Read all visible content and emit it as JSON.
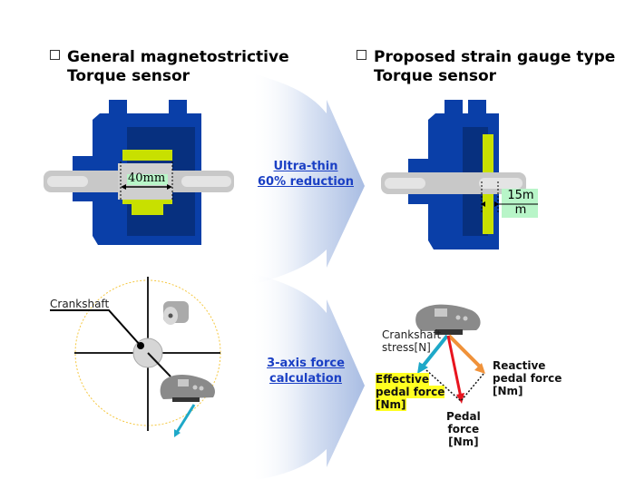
{
  "left_title": {
    "bullet_icon": "square-bullet-icon",
    "line1": "General magnetostrictive",
    "line2": "Torque sensor"
  },
  "right_title": {
    "bullet_icon": "square-bullet-icon",
    "line1": "Proposed strain gauge type",
    "line2": "Torque sensor"
  },
  "arrow_top": {
    "line1": "Ultra-thin",
    "line2": "60% reduction"
  },
  "arrow_bottom": {
    "line1": "3-axis force",
    "line2": "calculation"
  },
  "left_sensor": {
    "dimension": "40mm"
  },
  "right_sensor": {
    "dimension_line1": "15m",
    "dimension_line2": "m"
  },
  "crank_diagram": {
    "crankshaft_label": "Crankshaft"
  },
  "force_diagram": {
    "crankshaft_stress_line1": "Crankshaft",
    "crankshaft_stress_line2": "stress[N]",
    "effective_line1": "Effective",
    "effective_line2": "pedal force",
    "effective_line3": "[Nm]",
    "reactive_line1": "Reactive",
    "reactive_line2": "pedal force",
    "reactive_line3": "[Nm]",
    "pedal_line1": "Pedal",
    "pedal_line2": "force",
    "pedal_line3": "[Nm]"
  },
  "colors": {
    "housing_blue": "#0a3fa8",
    "sensor_yellow": "#c8e000",
    "shaft_gray": "#c8c8c8",
    "dimension_bg": "#b8f5c8",
    "link_blue": "#1a3fc4",
    "effective_cyan": "#1ea8c8",
    "reactive_orange": "#f0923a",
    "pedal_red": "#e8141e",
    "highlight_yellow": "#ffff22",
    "orbit_dotted": "#f5c842"
  }
}
